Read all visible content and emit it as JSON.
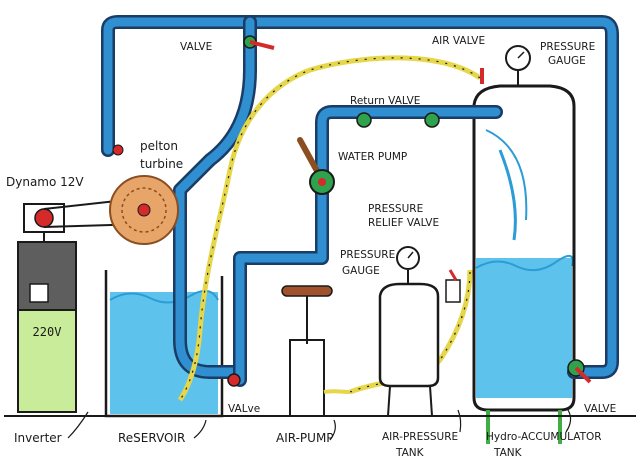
{
  "colors": {
    "pipe": "#2f8fd0",
    "pipe_edge": "#1a3c66",
    "water": "#5ec3ec",
    "water_dark": "#2b9cd6",
    "tubing": "#e6d64a",
    "valve_red": "#d42a2a",
    "pump_green": "#2fa24d",
    "inverter_green": "#c8ec9a",
    "inverter_gray": "#5e5e5e",
    "turbine": "#e8a56a",
    "air_pump_handle": "#a0522d",
    "tank_leg": "#3fae43"
  },
  "labels": {
    "dynamo": "Dynamo 12V",
    "pelton": "pelton",
    "turbine": "turbine",
    "valve_top": "VALVE",
    "air_valve": "AIR VALVE",
    "pressure_gauge_tank_1": "PRESSURE",
    "pressure_gauge_tank_2": "GAUGE",
    "return_valve": "Return VALVE",
    "water_pump": "WATER PUMP",
    "pressure_relief_1": "PRESSURE",
    "pressure_relief_2": "RELIEF VALVE",
    "pressure_gauge_air_1": "PRESSURE",
    "pressure_gauge_air_2": "GAUGE",
    "plug_voltage": "220V",
    "valve_reservoir": "VALve",
    "valve_accumulator": "VALVE",
    "inverter": "Inverter",
    "reservoir": "ReSERVOIR",
    "air_pump": "AIR-PUMP",
    "air_pressure_tank_1": "AIR-PRESSURE",
    "air_pressure_tank_2": "TANK",
    "hydro_accumulator_1": "Hydro-ACCUMULATOR",
    "hydro_accumulator_2": "TANK"
  }
}
